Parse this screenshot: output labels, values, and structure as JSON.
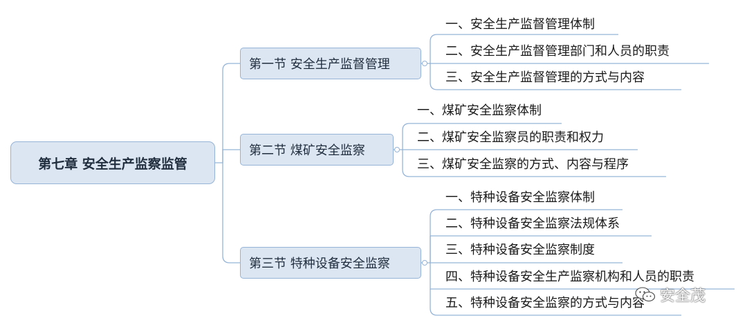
{
  "root": {
    "label": "第七章 安全生产监察监管"
  },
  "sections": [
    {
      "label": "第一节 安全生产监督管理",
      "items": [
        "一、安全生产监督管理体制",
        "二、安全生产监督管理部门和人员的职责",
        "三、安全生产监督管理的方式与内容"
      ]
    },
    {
      "label": "第二节 煤矿安全监察",
      "items": [
        "一、煤矿安全监察体制",
        "二、煤矿安全监察员的职责和权力",
        "三、煤矿安全监察的方式、内容与程序"
      ]
    },
    {
      "label": "第三节 特种设备安全监察",
      "items": [
        "一、特种设备安全监察体制",
        "二、特种设备安全监察法规体系",
        "三、特种设备安全监察制度",
        "四、特种设备安全生产监察机构和人员的职责",
        "五、特种设备安全监察的方式与内容"
      ]
    }
  ],
  "watermark": {
    "text": "安全茂",
    "icon": "wechat-icon"
  },
  "colors": {
    "node_fill": "#dce6f2",
    "node_border": "#95b3d7",
    "line": "#95b3d7"
  }
}
